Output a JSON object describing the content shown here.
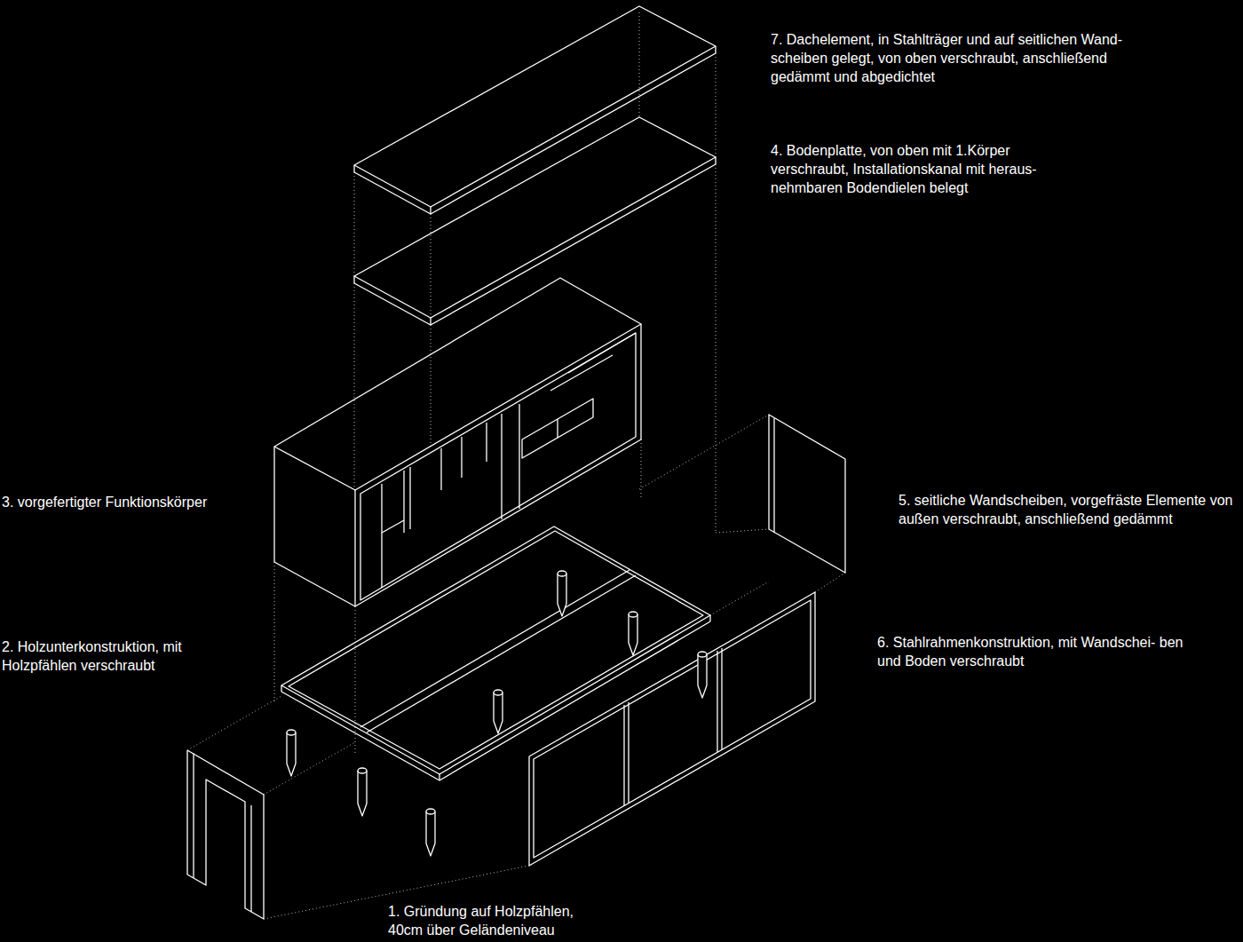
{
  "diagram": {
    "labels": [
      "7. Dachelement, in Stahlträger und auf seitlichen Wand- scheiben gelegt, von oben verschraubt, anschließend gedämmt und abgedichtet",
      "4. Bodenplatte, von oben mit 1.Körper verschraubt, Installationskanal mit heraus- nehmbaren Bodendielen belegt",
      "3. vorgefertigter Funktionskörper",
      "5. seitliche Wandscheiben, vorgefräste Elemente von außen verschraubt, anschließend gedämmt",
      "6. Stahlrahmenkonstruktion, mit Wandschei- ben und Boden verschraubt",
      "2. Holzunterkonstruktion, mit Holzpfählen verschraubt",
      "1. Gründung auf Holzpfählen, 40cm über Geländeniveau"
    ]
  }
}
